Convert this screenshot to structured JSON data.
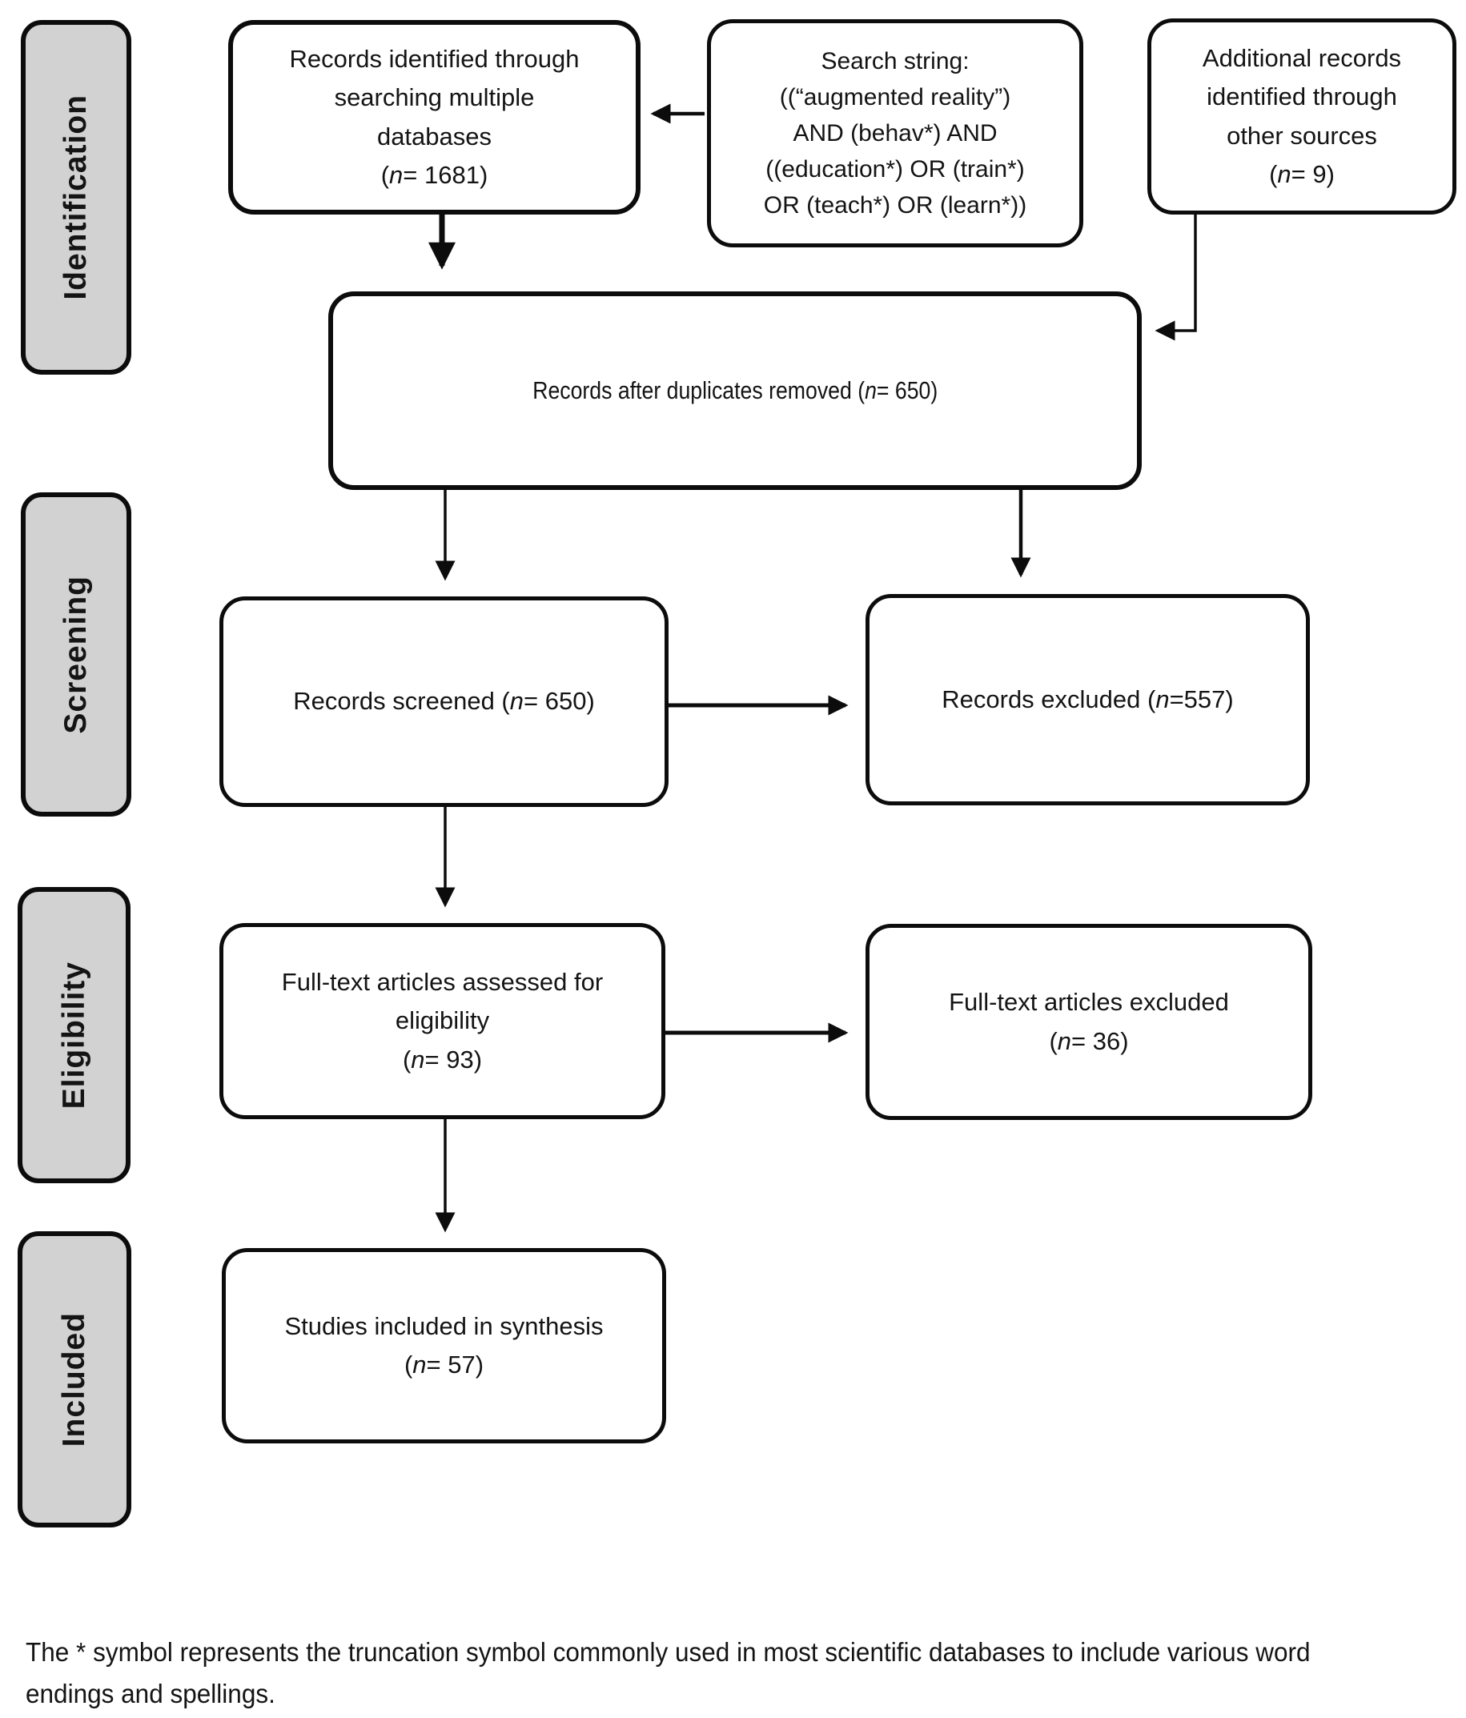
{
  "diagram": {
    "title_semantic": "PRISMA flow diagram of study selection",
    "stages": [
      {
        "id": "identification",
        "label": "Identification"
      },
      {
        "id": "screening",
        "label": "Screening"
      },
      {
        "id": "eligibility",
        "label": "Eligibility"
      },
      {
        "id": "included",
        "label": "Included"
      }
    ],
    "boxes": {
      "records_identified": {
        "lines": [
          "Records identified through",
          "searching multiple",
          "databases",
          "(n= 1681)"
        ],
        "count": 1681
      },
      "search_string": {
        "lines": [
          "Search string:",
          "((“augmented reality”)",
          "AND (behav*) AND",
          "((education*) OR (train*)",
          "OR (teach*) OR (learn*))"
        ]
      },
      "additional_records": {
        "lines": [
          "Additional records",
          "identified through",
          "other sources",
          "(n= 9)"
        ],
        "count": 9
      },
      "duplicates_removed": {
        "lines": [
          "Records after duplicates removed (n= 650)"
        ],
        "count": 650
      },
      "records_screened": {
        "lines": [
          "Records screened (n= 650)"
        ],
        "count": 650
      },
      "records_excluded": {
        "lines": [
          "Records excluded (n=557)"
        ],
        "count": 557
      },
      "fulltext_assessed": {
        "lines": [
          "Full-text articles assessed for",
          "eligibility",
          "(n= 93)"
        ],
        "count": 93
      },
      "fulltext_excluded": {
        "lines": [
          "Full-text articles excluded",
          "(n= 36)"
        ],
        "count": 36
      },
      "studies_included": {
        "lines": [
          "Studies included in synthesis",
          "(n= 57)"
        ],
        "count": 57
      }
    },
    "footnote": "The * symbol represents the truncation symbol commonly used in most scientific databases to include various word endings and spellings.",
    "colors": {
      "stage_fill": "#d2d2d2",
      "box_fill": "#ffffff",
      "line": "#0c0c0c",
      "text": "#141414"
    }
  }
}
